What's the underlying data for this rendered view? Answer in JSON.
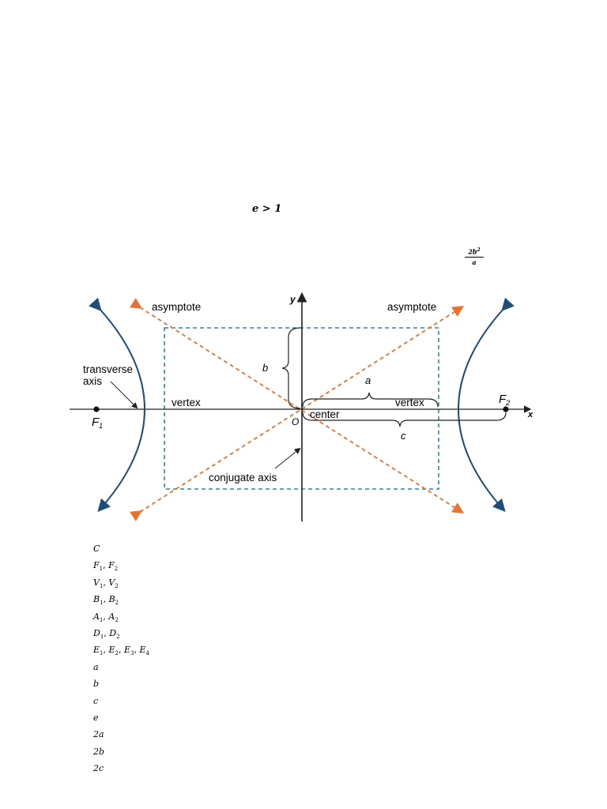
{
  "inequality": "e > 1",
  "latus_rectum": {
    "numerator": "2b",
    "exponent": "2",
    "denominator": "a"
  },
  "figure": {
    "axis_x_label": "x",
    "axis_y_label": "y",
    "asymptote_left_label": "asymptote",
    "asymptote_right_label": "asymptote",
    "transverse_axis_label_line1": "transverse",
    "transverse_axis_label_line2": "axis",
    "vertex_left_label": "vertex",
    "vertex_right_label": "vertex",
    "focus_left_label": "F",
    "focus_left_sub": "1",
    "focus_right_label": "F",
    "focus_right_sub": "2",
    "center_label": "center",
    "origin_label": "O",
    "b_label": "b",
    "a_label": "a",
    "c_label": "c",
    "conjugate_axis_label": "conjugate axis",
    "colors": {
      "hyperbola": "#1f4e79",
      "asymptote": "#e8722e",
      "box": "#2a8aa0",
      "axis": "#222222"
    }
  },
  "symbols": [
    {
      "base": "C"
    },
    {
      "base": "F",
      "parts": [
        {
          "s": "F",
          "sub": "1"
        },
        {
          "s": "F",
          "sub": "2"
        }
      ]
    },
    {
      "base": "V",
      "parts": [
        {
          "s": "V",
          "sub": "1"
        },
        {
          "s": "V",
          "sub": "2"
        }
      ]
    },
    {
      "base": "B",
      "parts": [
        {
          "s": "B",
          "sub": "1"
        },
        {
          "s": "B",
          "sub": "2"
        }
      ]
    },
    {
      "base": "A",
      "parts": [
        {
          "s": "A",
          "sub": "1"
        },
        {
          "s": "A",
          "sub": "2"
        }
      ]
    },
    {
      "base": "D",
      "parts": [
        {
          "s": "D",
          "sub": "1"
        },
        {
          "s": "D",
          "sub": "2"
        }
      ]
    },
    {
      "base": "E",
      "parts": [
        {
          "s": "E",
          "sub": "1"
        },
        {
          "s": "E",
          "sub": "2"
        },
        {
          "s": "E",
          "sub": "3"
        },
        {
          "s": "E",
          "sub": "4"
        }
      ]
    },
    {
      "base": "a"
    },
    {
      "base": "b"
    },
    {
      "base": "c"
    },
    {
      "base": "e"
    },
    {
      "base": "2a"
    },
    {
      "base": "2b"
    },
    {
      "base": "2c"
    }
  ]
}
